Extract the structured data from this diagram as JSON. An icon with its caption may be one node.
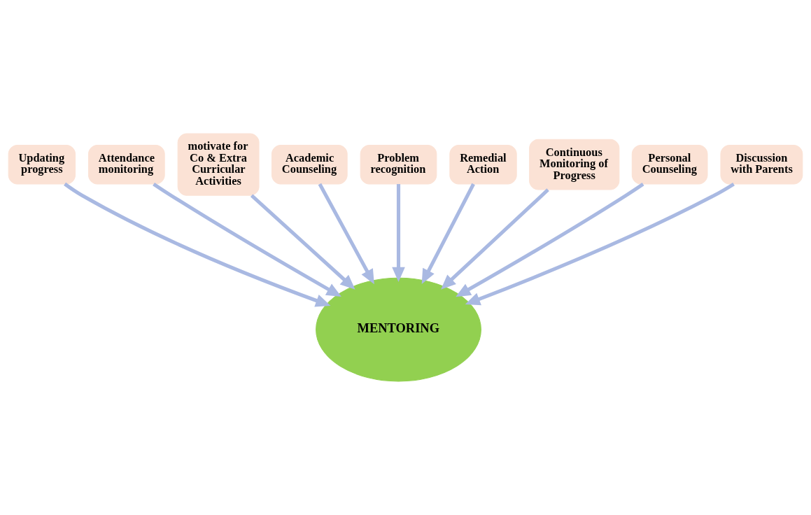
{
  "diagram": {
    "nodes": [
      {
        "text": [
          "Updating progress"
        ]
      },
      {
        "text": [
          "Attendance monitoring"
        ]
      },
      {
        "text": [
          "motivate for Co & Extra Curricular Activities"
        ]
      },
      {
        "text": [
          "Academic Counseling"
        ]
      },
      {
        "text": [
          "Problem recognition"
        ]
      },
      {
        "text": [
          "Remedial Action"
        ]
      },
      {
        "text": [
          "Continuous Monitoring of Progress"
        ]
      },
      {
        "text": [
          "Personal Counseling"
        ]
      },
      {
        "text": [
          "Discussion with Parents"
        ]
      },
      {
        "text": [
          "MENTORING"
        ]
      }
    ],
    "edges": [
      {
        "from": 0,
        "to": 9,
        "arrow": "to"
      },
      {
        "from": 1,
        "to": 9,
        "arrow": "to"
      },
      {
        "from": 2,
        "to": 9,
        "arrow": "to"
      },
      {
        "from": 3,
        "to": 9,
        "arrow": "to"
      },
      {
        "from": 4,
        "to": 9,
        "arrow": "to"
      },
      {
        "from": 5,
        "to": 9,
        "arrow": "to"
      },
      {
        "from": 6,
        "to": 9,
        "arrow": "to"
      },
      {
        "from": 7,
        "to": 9,
        "arrow": "to"
      },
      {
        "from": 8,
        "to": 9,
        "arrow": "to"
      }
    ]
  }
}
